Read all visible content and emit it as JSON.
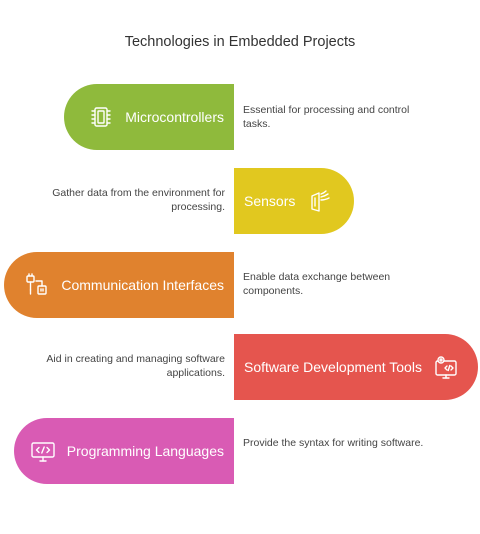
{
  "title": "Technologies in Embedded Projects",
  "items": [
    {
      "label": "Microcontrollers",
      "description": "Essential for processing and control tasks.",
      "color": "#8fba3c",
      "icon": "chip-icon"
    },
    {
      "label": "Sensors",
      "description": "Gather data from the environment for processing.",
      "color": "#e1c81f",
      "icon": "sensor-icon"
    },
    {
      "label": "Communication Interfaces",
      "description": "Enable data exchange between components.",
      "color": "#e0822e",
      "icon": "connector-icon"
    },
    {
      "label": "Software Development Tools",
      "description": "Aid in creating and managing software applications.",
      "color": "#e5554e",
      "icon": "gear-code-icon"
    },
    {
      "label": "Programming Languages",
      "description": "Provide the syntax for writing software.",
      "color": "#d95bb4",
      "icon": "code-window-icon"
    }
  ]
}
